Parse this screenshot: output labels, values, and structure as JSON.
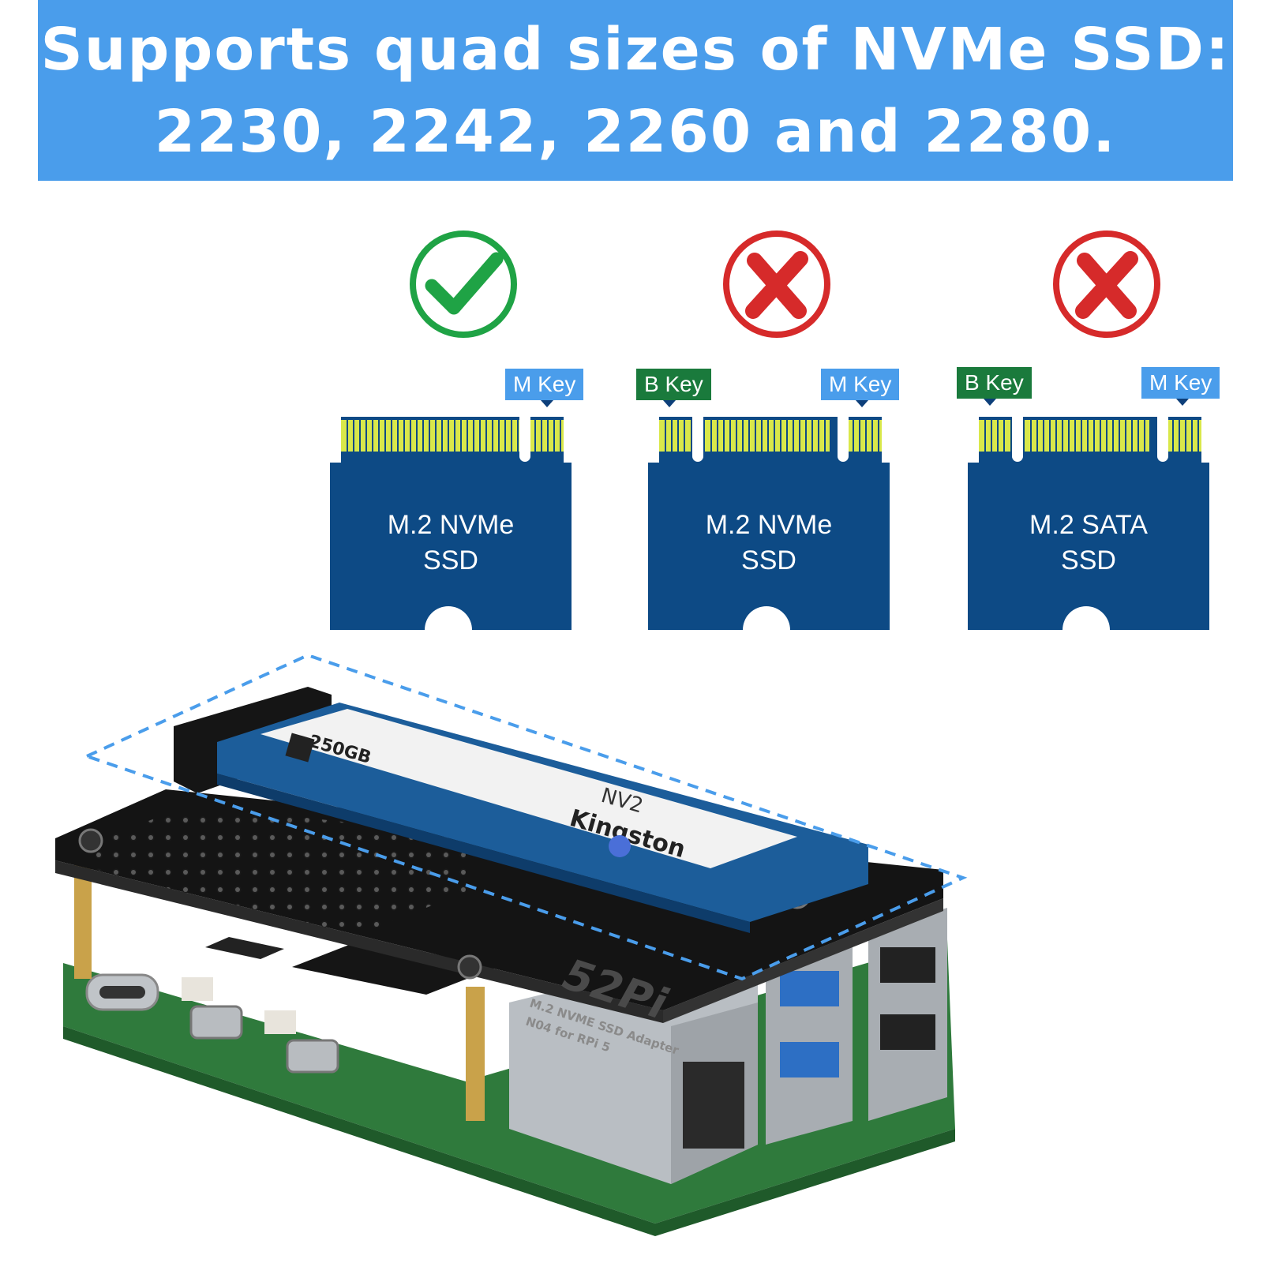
{
  "headline": {
    "line1": "Supports quad sizes of NVMe SSD:",
    "line2": "2230, 2242, 2260 and 2280."
  },
  "cards": [
    {
      "status": "supported",
      "status_icon": "check-circle-icon",
      "status_color": "#1fa345",
      "keys": [
        "M Key"
      ],
      "label_line1": "M.2 NVMe",
      "label_line2": "SSD"
    },
    {
      "status": "not-supported",
      "status_icon": "x-circle-icon",
      "status_color": "#d62a2a",
      "keys": [
        "B Key",
        "M Key"
      ],
      "label_line1": "M.2 NVMe",
      "label_line2": "SSD"
    },
    {
      "status": "not-supported",
      "status_icon": "x-circle-icon",
      "status_color": "#d62a2a",
      "keys": [
        "B Key",
        "M Key"
      ],
      "label_line1": "M.2 SATA",
      "label_line2": "SSD"
    }
  ],
  "product_photo": {
    "ssd_brand": "Kingston",
    "ssd_model": "NV2",
    "ssd_capacity": "250GB",
    "board_brand": "52Pi",
    "board_line1": "M.2 NVME SSD Adapter",
    "board_line2": "N04 for RPi 5"
  },
  "colors": {
    "banner": "#4a9deb",
    "ssd_body": "#0d4a85",
    "contacts": "#d9e84a",
    "m_key": "#4a9deb",
    "b_key": "#1a7a3c",
    "dashed_outline": "#4a9deb"
  }
}
